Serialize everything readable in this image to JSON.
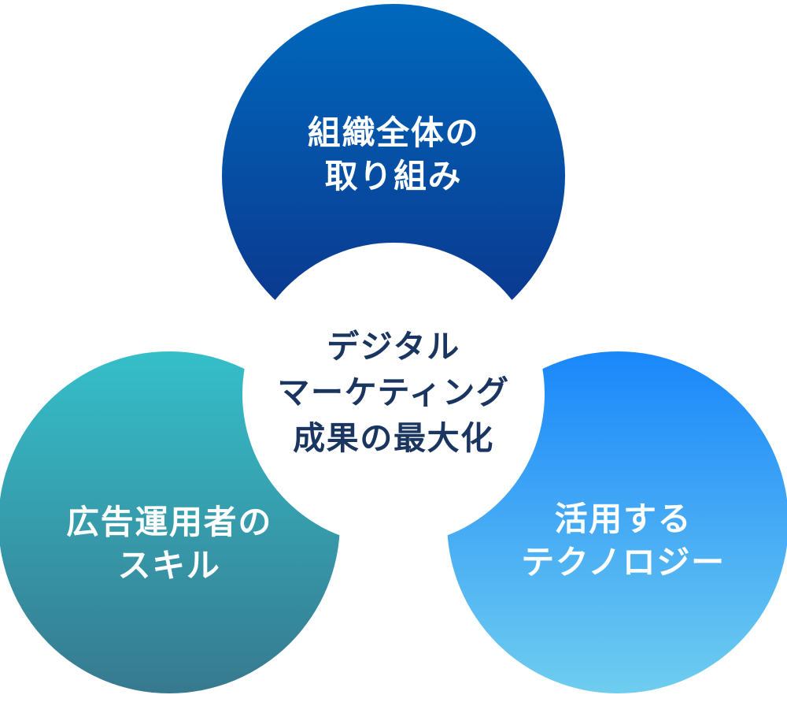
{
  "diagram": {
    "title_implicit": "デジタルマーケティング成果の最大化の3要素",
    "center_circle": {
      "lines": [
        "デジタル",
        "マーケティング",
        "成果の最大化"
      ],
      "text_color": "#1a3560",
      "fill": "#ffffff"
    },
    "top_circle": {
      "lines": [
        "組織全体の",
        "取り組み"
      ],
      "text_color": "#ffffff",
      "gradient_top": "#0069bd",
      "gradient_bottom": "#0c3289"
    },
    "bottom_left_circle": {
      "lines": [
        "広告運用者の",
        "スキル"
      ],
      "text_color": "#ffffff",
      "gradient_top": "#35bfc9",
      "gradient_bottom": "#37798f"
    },
    "bottom_right_circle": {
      "lines": [
        "活用する",
        "テクノロジー"
      ],
      "text_color": "#ffffff",
      "gradient_top": "#1a87fa",
      "gradient_bottom": "#6fcdef"
    },
    "background_color": "#ffffff"
  }
}
